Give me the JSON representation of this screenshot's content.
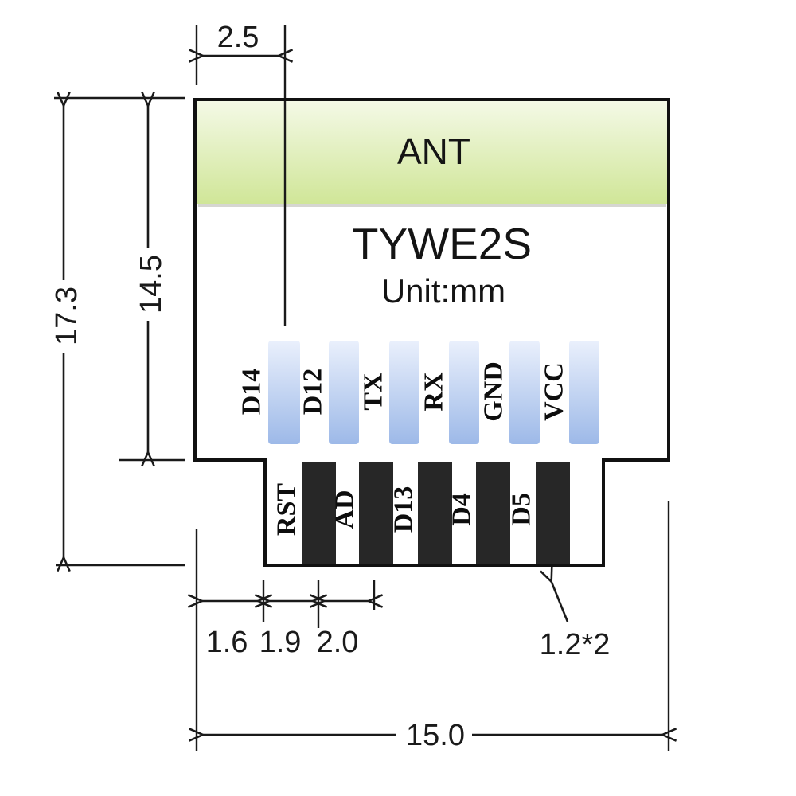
{
  "diagram": {
    "antenna_label": "ANT",
    "module_name": "TYWE2S",
    "unit_note": "Unit:mm"
  },
  "pins": {
    "top": [
      "D14",
      "D12",
      "TX",
      "RX",
      "GND",
      "VCC"
    ],
    "bottom": [
      "RST",
      "AD",
      "D13",
      "D4",
      "D5"
    ]
  },
  "dimensions": {
    "antenna_feed_offset": "2.5",
    "overall_height": "17.3",
    "body_height": "14.5",
    "left_margin": "1.6",
    "first_pad_spacing": "1.9",
    "pad_pitch": "2.0",
    "pad_size": "1.2*2",
    "overall_width": "15.0"
  },
  "colors": {
    "antenna_fill_top": "#f3f9e3",
    "antenna_fill_bottom": "#d0e698",
    "top_pad_fill_light": "#eaf0fc",
    "top_pad_fill_dark": "#9db9e8",
    "bottom_pad_fill": "#272727",
    "line_color": "#1a1a1a"
  }
}
